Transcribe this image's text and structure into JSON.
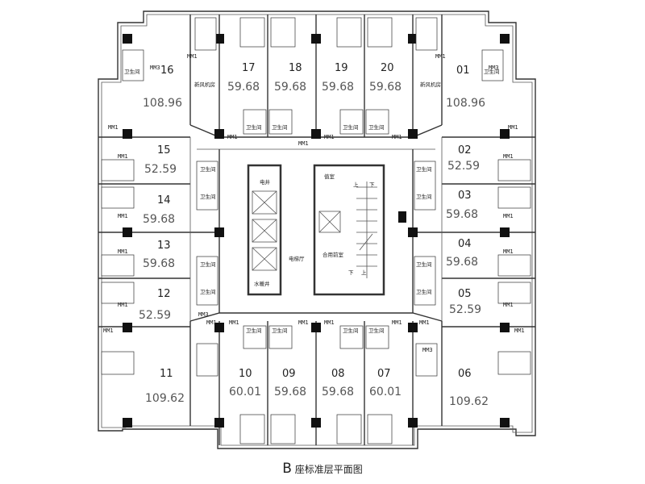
{
  "caption": {
    "prefix": "B",
    "text": "座标准层平面图"
  },
  "units": [
    {
      "num": "16",
      "area": "108.96"
    },
    {
      "num": "17",
      "area": "59.68"
    },
    {
      "num": "18",
      "area": "59.68"
    },
    {
      "num": "19",
      "area": "59.68"
    },
    {
      "num": "20",
      "area": "59.68"
    },
    {
      "num": "01",
      "area": "108.96"
    },
    {
      "num": "15",
      "area": "52.59"
    },
    {
      "num": "02",
      "area": "52.59"
    },
    {
      "num": "14",
      "area": "59.68"
    },
    {
      "num": "03",
      "area": "59.68"
    },
    {
      "num": "13",
      "area": "59.68"
    },
    {
      "num": "04",
      "area": "59.68"
    },
    {
      "num": "12",
      "area": "52.59"
    },
    {
      "num": "05",
      "area": "52.59"
    },
    {
      "num": "11",
      "area": "109.62"
    },
    {
      "num": "10",
      "area": "60.01"
    },
    {
      "num": "09",
      "area": "59.68"
    },
    {
      "num": "08",
      "area": "59.68"
    },
    {
      "num": "07",
      "area": "60.01"
    },
    {
      "num": "06",
      "area": "109.62"
    }
  ],
  "labels": {
    "bathroom": "卫生间",
    "door_mm1": "MM1",
    "door_mm3": "MM3",
    "elevator_room": "电井",
    "elevator_hall": "电梯厅",
    "water_well": "水暖井",
    "duty_room": "值室",
    "shared_front_room": "合用前室",
    "fresh_air_room": "新风机房",
    "stair_up": "上",
    "stair_down": "下"
  }
}
